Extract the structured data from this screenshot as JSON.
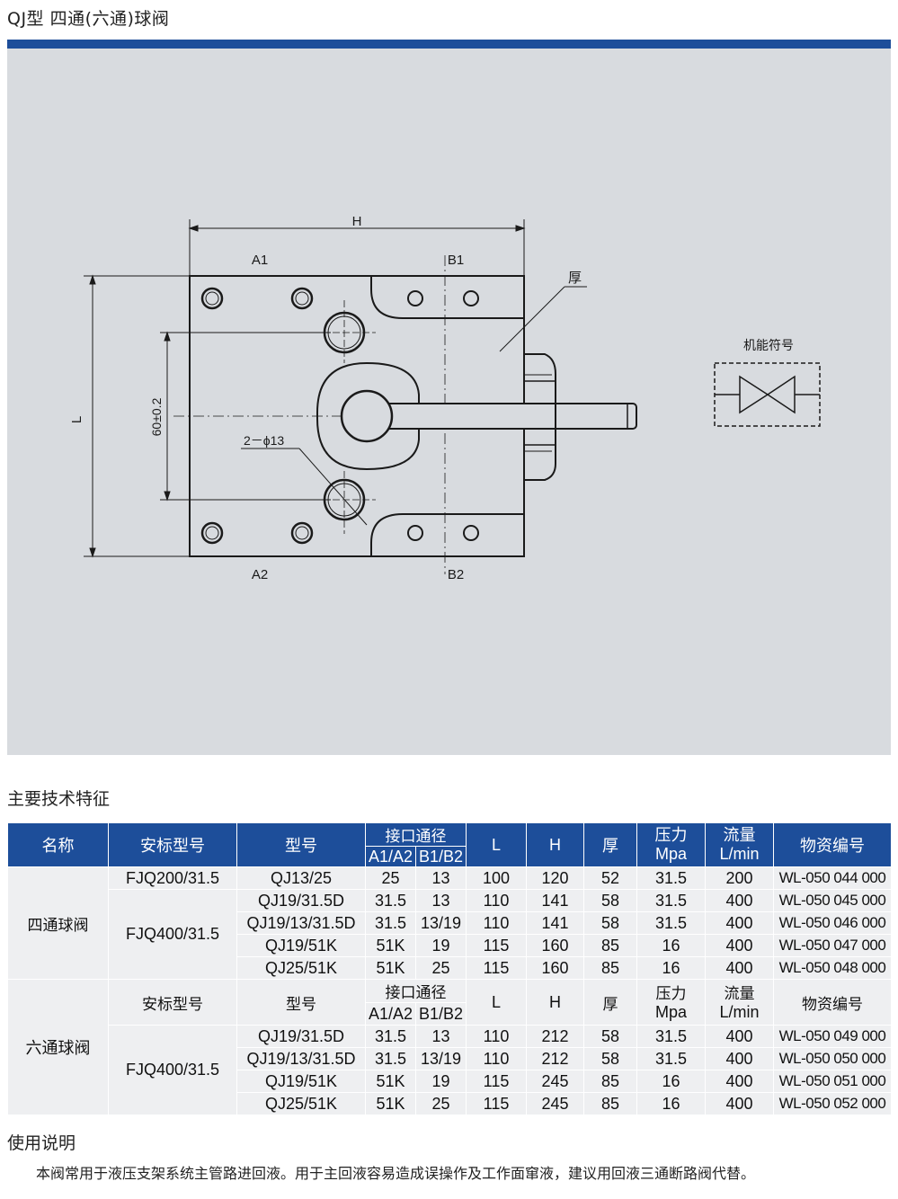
{
  "title": "QJ型 四通(六通)球阀",
  "colors": {
    "brand_blue": "#1d4e9a",
    "panel_gray": "#d8dbdf",
    "cell_gray": "#eeeff1"
  },
  "drawing": {
    "dim_H": "H",
    "dim_L": "L",
    "dim_60": "60±0.2",
    "hole_label": "2－ϕ13",
    "port_A1": "A1",
    "port_B1": "B1",
    "port_A2": "A2",
    "port_B2": "B2",
    "thickness_label": "厚",
    "symbol_label": "机能符号"
  },
  "spec_heading": "主要技术特征",
  "table": {
    "headers": {
      "name": "名称",
      "std_model": "安标型号",
      "model": "型号",
      "port_dia": "接口通径",
      "port_a": "A1/A2",
      "port_b": "B1/B2",
      "L": "L",
      "H": "H",
      "thick": "厚",
      "pressure": "压力",
      "pressure_unit": "Mpa",
      "flow": "流量",
      "flow_unit": "L/min",
      "material_no": "物资编号"
    },
    "four_way": {
      "category": "四通球阀",
      "std_a": "FJQ200/31.5",
      "std_b": "FJQ400/31.5",
      "rows": [
        {
          "model": "QJ13/25",
          "a": "25",
          "b": "13",
          "L": "100",
          "H": "120",
          "thick": "52",
          "p": "31.5",
          "flow": "200",
          "code": "WL-050 044 000"
        },
        {
          "model": "QJ19/31.5D",
          "a": "31.5",
          "b": "13",
          "L": "110",
          "H": "141",
          "thick": "58",
          "p": "31.5",
          "flow": "400",
          "code": "WL-050 045 000"
        },
        {
          "model": "QJ19/13/31.5D",
          "a": "31.5",
          "b": "13/19",
          "L": "110",
          "H": "141",
          "thick": "58",
          "p": "31.5",
          "flow": "400",
          "code": "WL-050 046 000"
        },
        {
          "model": "QJ19/51K",
          "a": "51K",
          "b": "19",
          "L": "115",
          "H": "160",
          "thick": "85",
          "p": "16",
          "flow": "400",
          "code": "WL-050 047 000"
        },
        {
          "model": "QJ25/51K",
          "a": "51K",
          "b": "25",
          "L": "115",
          "H": "160",
          "thick": "85",
          "p": "16",
          "flow": "400",
          "code": "WL-050 048 000"
        }
      ]
    },
    "six_way": {
      "category": "六通球阀",
      "std": "FJQ400/31.5",
      "rows": [
        {
          "model": "QJ19/31.5D",
          "a": "31.5",
          "b": "13",
          "L": "110",
          "H": "212",
          "thick": "58",
          "p": "31.5",
          "flow": "400",
          "code": "WL-050 049 000"
        },
        {
          "model": "QJ19/13/31.5D",
          "a": "31.5",
          "b": "13/19",
          "L": "110",
          "H": "212",
          "thick": "58",
          "p": "31.5",
          "flow": "400",
          "code": "WL-050 050 000"
        },
        {
          "model": "QJ19/51K",
          "a": "51K",
          "b": "19",
          "L": "115",
          "H": "245",
          "thick": "85",
          "p": "16",
          "flow": "400",
          "code": "WL-050 051 000"
        },
        {
          "model": "QJ25/51K",
          "a": "51K",
          "b": "25",
          "L": "115",
          "H": "245",
          "thick": "85",
          "p": "16",
          "flow": "400",
          "code": "WL-050 052 000"
        }
      ]
    }
  },
  "usage": {
    "heading": "使用说明",
    "text": "本阀常用于液压支架系统主管路进回液。用于主回液容易造成误操作及工作面窜液，建议用回液三通断路阀代替。"
  }
}
